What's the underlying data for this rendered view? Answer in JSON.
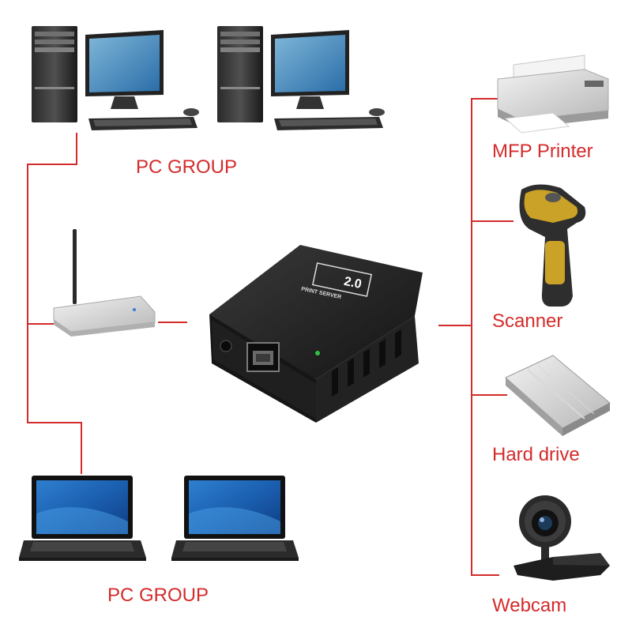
{
  "labels": {
    "pc_group_top": "PC GROUP",
    "pc_group_bottom": "PC GROUP",
    "printer": "MFP Printer",
    "scanner": "Scanner",
    "hard_drive": "Hard drive",
    "webcam": "Webcam"
  },
  "device": {
    "badge": "2.0",
    "name": "PRINT SERVER"
  },
  "colors": {
    "line": "#d42b2b",
    "label": "#d42b2b",
    "device_body": "#1c1c1c"
  },
  "icons": [
    "desktop-pc-icon",
    "laptop-icon",
    "router-icon",
    "print-server-icon",
    "printer-icon",
    "scanner-icon",
    "hard-drive-icon",
    "webcam-icon"
  ]
}
